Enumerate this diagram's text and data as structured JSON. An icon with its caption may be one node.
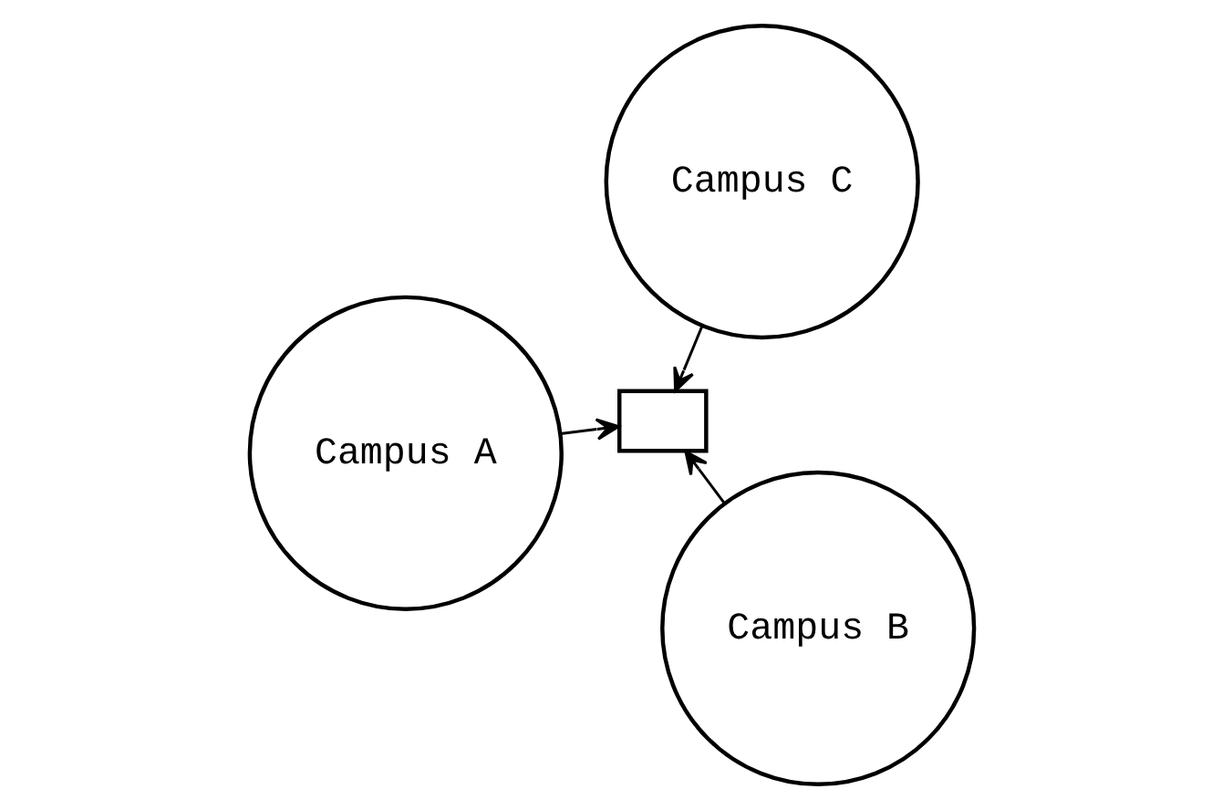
{
  "diagram": {
    "nodes": [
      {
        "text": [
          "Campus A"
        ]
      },
      {
        "text": [],
        "shape": "box"
      },
      {
        "text": [
          "Campus B"
        ]
      },
      {
        "text": [
          "Campus C"
        ]
      }
    ],
    "edges": [
      {
        "from": 0,
        "to": 1,
        "arrow": "to"
      },
      {
        "from": 2,
        "to": 1,
        "arrow": "to"
      },
      {
        "from": 3,
        "to": 1,
        "arrow": "to"
      }
    ]
  }
}
